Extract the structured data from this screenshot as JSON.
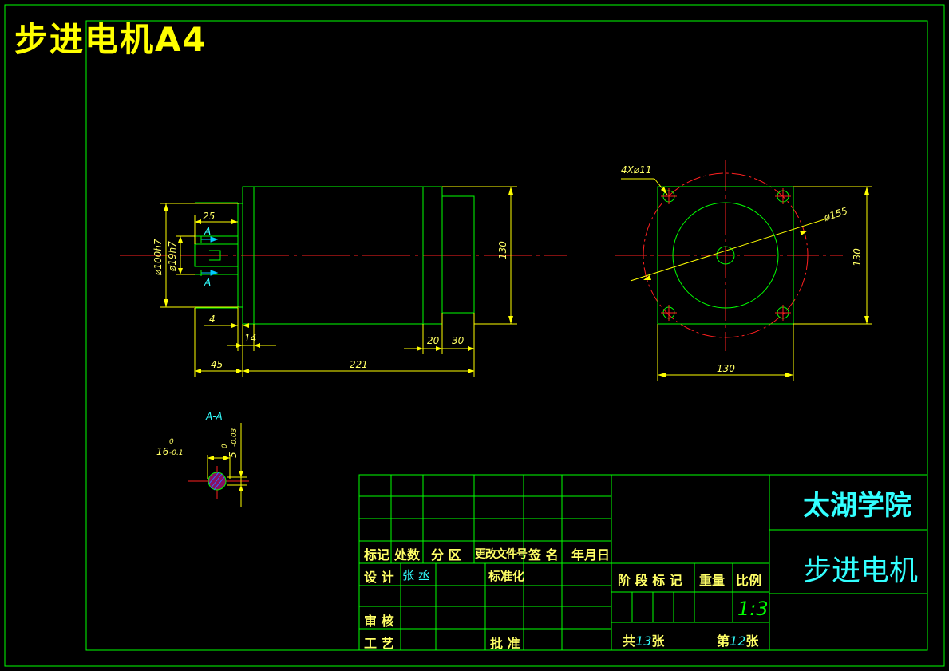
{
  "title": "步进电机A4",
  "title_block": {
    "school": "太湖学院",
    "drawing_name": "步进电机",
    "headers": [
      "标记",
      "处数",
      "分 区",
      "更改文件号",
      "签 名",
      "年月日"
    ],
    "design_label": "设 计",
    "designer": "张 丞",
    "standardize_label": "标准化",
    "review_label": "审 核",
    "process_label": "工 艺",
    "approve_label": "批 准",
    "stage_label": "阶 段 标 记",
    "weight_label": "重量",
    "scale_label": "比例",
    "scale_value": "1:3",
    "sheets_total_prefix": "共",
    "sheets_total": "13",
    "sheets_suffix": "张",
    "sheet_no_prefix": "第",
    "sheet_no": "12",
    "sheet_no_suffix": "张"
  },
  "dimensions": {
    "d25": "25",
    "d100h7": "ø100h7",
    "d19h7": "ø19h7",
    "section_a_top": "A",
    "section_a_bottom": "A",
    "d130_side": "130",
    "d4": "4",
    "d14": "14",
    "d20": "20",
    "d30": "30",
    "d45": "45",
    "d221": "221",
    "holes": "4Xø11",
    "d155": "ø155",
    "d130_front_v": "130",
    "d130_front_h": "130",
    "section_title": "A-A",
    "key_width": "16",
    "key_width_tol_up": "0",
    "key_width_tol_low": "-0.1",
    "key_depth": "5",
    "key_depth_tol_up": "0",
    "key_depth_tol_low": "-0.03"
  },
  "colors": {
    "frame": "#00ff00",
    "outline": "#00ff00",
    "center": "#ff0000",
    "dimension": "#ffff00",
    "section_marker": "#00ccff",
    "title_text": "#ffff00",
    "tb_text": "#33ffff"
  }
}
